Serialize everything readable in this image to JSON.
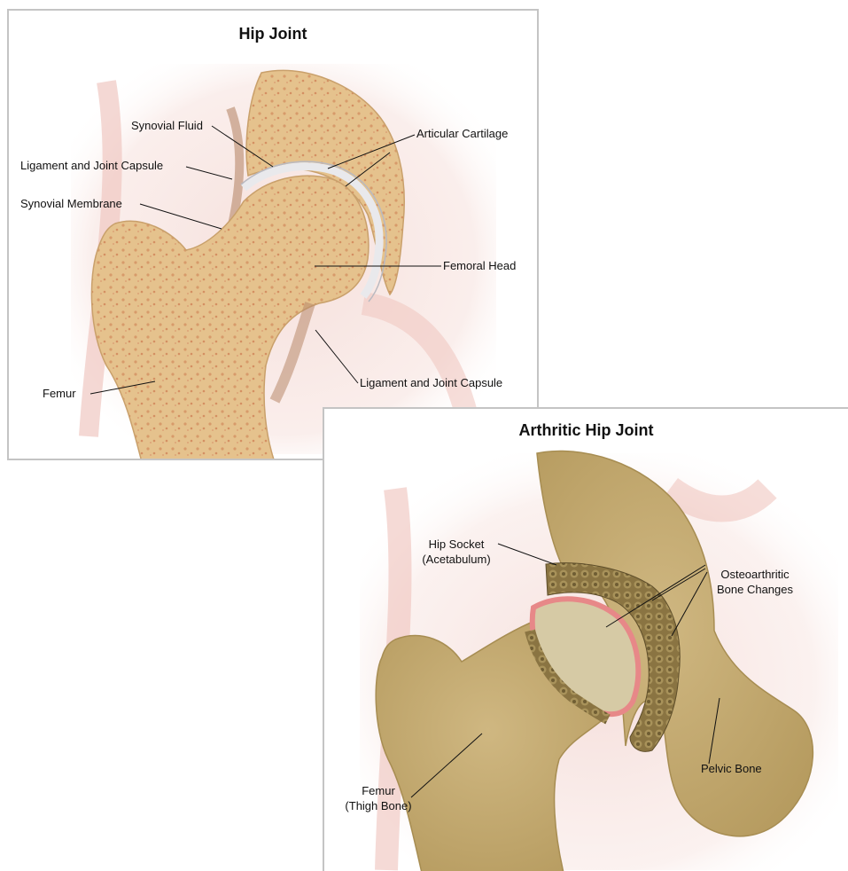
{
  "panels": [
    {
      "title": "Hip Joint",
      "labels": {
        "synovial_fluid": "Synovial Fluid",
        "articular_cartilage": "Articular Cartilage",
        "ligament_capsule_top": "Ligament and Joint Capsule",
        "synovial_membrane": "Synovial Membrane",
        "femoral_head": "Femoral Head",
        "femur": "Femur",
        "ligament_capsule_bottom": "Ligament and Joint Capsule"
      }
    },
    {
      "title": "Arthritic Hip Joint",
      "labels": {
        "hip_socket_1": "Hip Socket",
        "hip_socket_2": "(Acetabulum)",
        "osteo_1": "Osteoarthritic",
        "osteo_2": "Bone Changes",
        "pelvic_bone": "Pelvic Bone",
        "femur_1": "Femur",
        "femur_2": "(Thigh Bone)"
      }
    }
  ],
  "colors": {
    "bone_healthy": "#e3bf88",
    "bone_arthritic": "#c9b077",
    "muscle": "#f3d6d2",
    "cartilage": "#eeeef0",
    "osteophyte": "#8d7a45",
    "inflammation": "#e98a8a",
    "leader_line": "#111111"
  }
}
